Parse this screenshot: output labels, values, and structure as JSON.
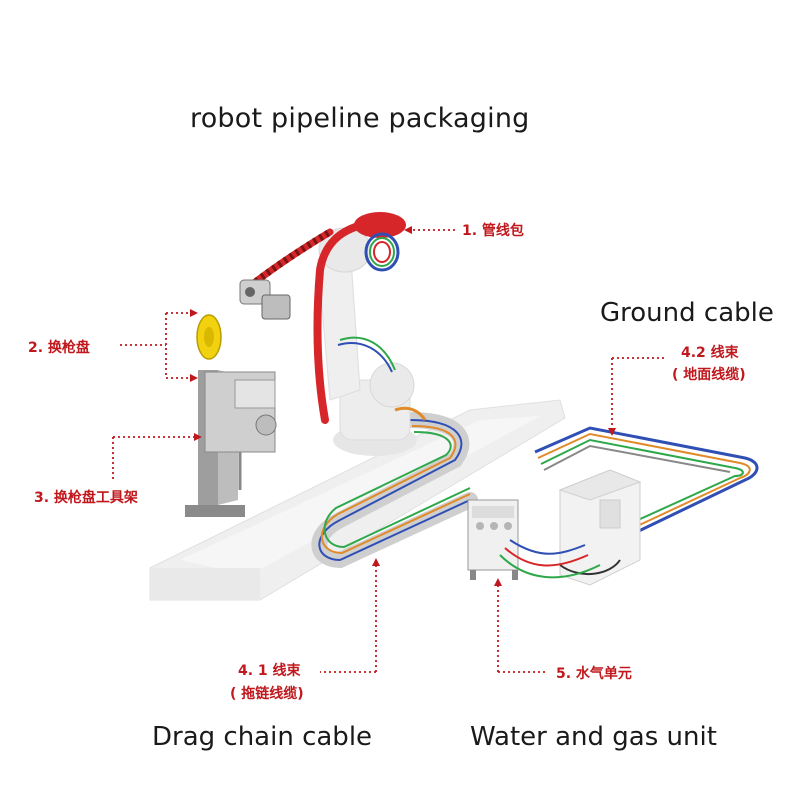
{
  "title": "robot pipeline packaging",
  "labels": {
    "c1": "1. 管线包",
    "c2": "2. 换枪盘",
    "c3": "3. 换枪盘工具架",
    "c41a": "4. 1 线束",
    "c41b": "( 拖链线缆)",
    "c42a": "4.2 线束",
    "c42b": "( 地面线缆)",
    "c5": "5. 水气单元"
  },
  "english": {
    "ground": "Ground cable",
    "drag": "Drag chain cable",
    "water": "Water and gas unit"
  },
  "colors": {
    "annotation_red": "#c0181d",
    "robot_red": "#d7262a",
    "changer_yellow": "#f2d20e",
    "cable_blue": "#2f4fb5",
    "cable_green": "#2ea84a",
    "cable_orange": "#e08a2a",
    "machine_gray": "#d6d6d6"
  }
}
